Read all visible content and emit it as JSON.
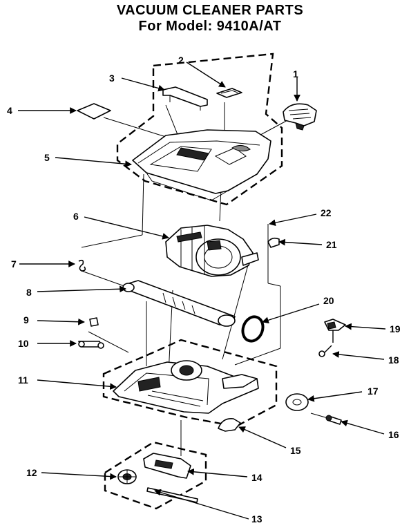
{
  "title": {
    "line1": "VACUUM CLEANER PARTS",
    "line2": "For Model: 9410A/AT"
  },
  "callouts": [
    {
      "id": "1",
      "label": "1"
    },
    {
      "id": "2",
      "label": "2"
    },
    {
      "id": "3",
      "label": "3"
    },
    {
      "id": "4",
      "label": "4"
    },
    {
      "id": "5",
      "label": "5"
    },
    {
      "id": "6",
      "label": "6"
    },
    {
      "id": "7",
      "label": "7"
    },
    {
      "id": "8",
      "label": "8"
    },
    {
      "id": "9",
      "label": "9"
    },
    {
      "id": "10",
      "label": "10"
    },
    {
      "id": "11",
      "label": "11"
    },
    {
      "id": "12",
      "label": "12"
    },
    {
      "id": "13",
      "label": "13"
    },
    {
      "id": "14",
      "label": "14"
    },
    {
      "id": "15",
      "label": "15"
    },
    {
      "id": "16",
      "label": "16"
    },
    {
      "id": "17",
      "label": "17"
    },
    {
      "id": "18",
      "label": "18"
    },
    {
      "id": "19",
      "label": "19"
    },
    {
      "id": "20",
      "label": "20"
    },
    {
      "id": "21",
      "label": "21"
    },
    {
      "id": "22",
      "label": "22"
    }
  ]
}
